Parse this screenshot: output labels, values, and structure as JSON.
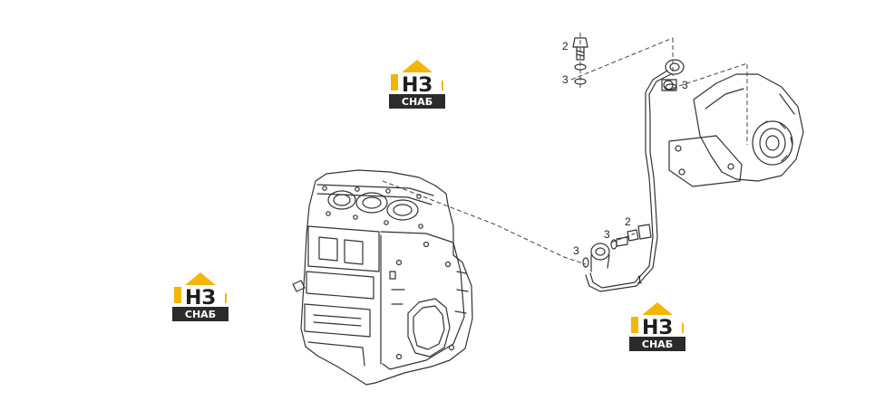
{
  "diagram": {
    "callouts": [
      "1",
      "2",
      "3",
      "3",
      "2",
      "3",
      "3"
    ]
  },
  "watermark": {
    "letters": "НЗ",
    "caption": "СНАБ",
    "accent_color": "#f2b705",
    "dark_color": "#2b2b2b"
  }
}
